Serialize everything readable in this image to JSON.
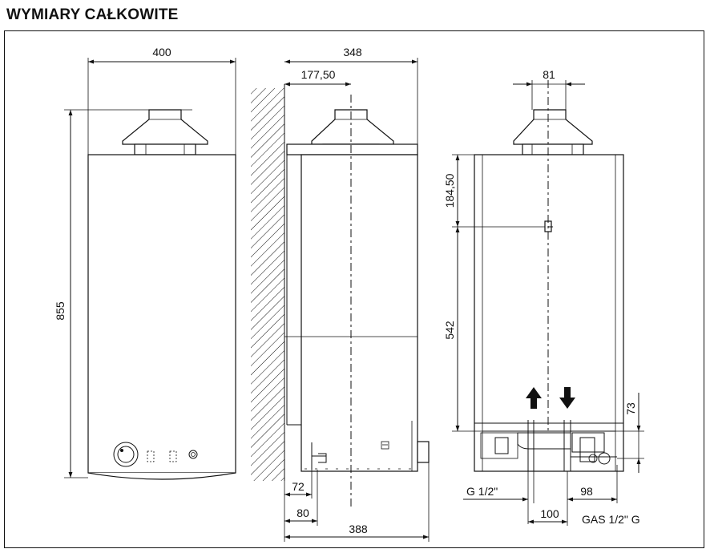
{
  "title": "WYMIARY CAŁKOWITE",
  "dimensions": {
    "width_front": "400",
    "height_total": "855",
    "depth_total": "348",
    "flue_axis_offset": "177,50",
    "fixing_offset_72": "72",
    "fixing_offset_80": "80",
    "bottom_depth": "388",
    "flue_diameter": "81",
    "top_to_bracket": "184,50",
    "bracket_to_connections": "542",
    "connections_height": "73",
    "gas_offset": "98",
    "connections_spacing": "100"
  },
  "connections": {
    "water_label": "G 1/2\"",
    "gas_label": "GAS 1/2\" G"
  }
}
